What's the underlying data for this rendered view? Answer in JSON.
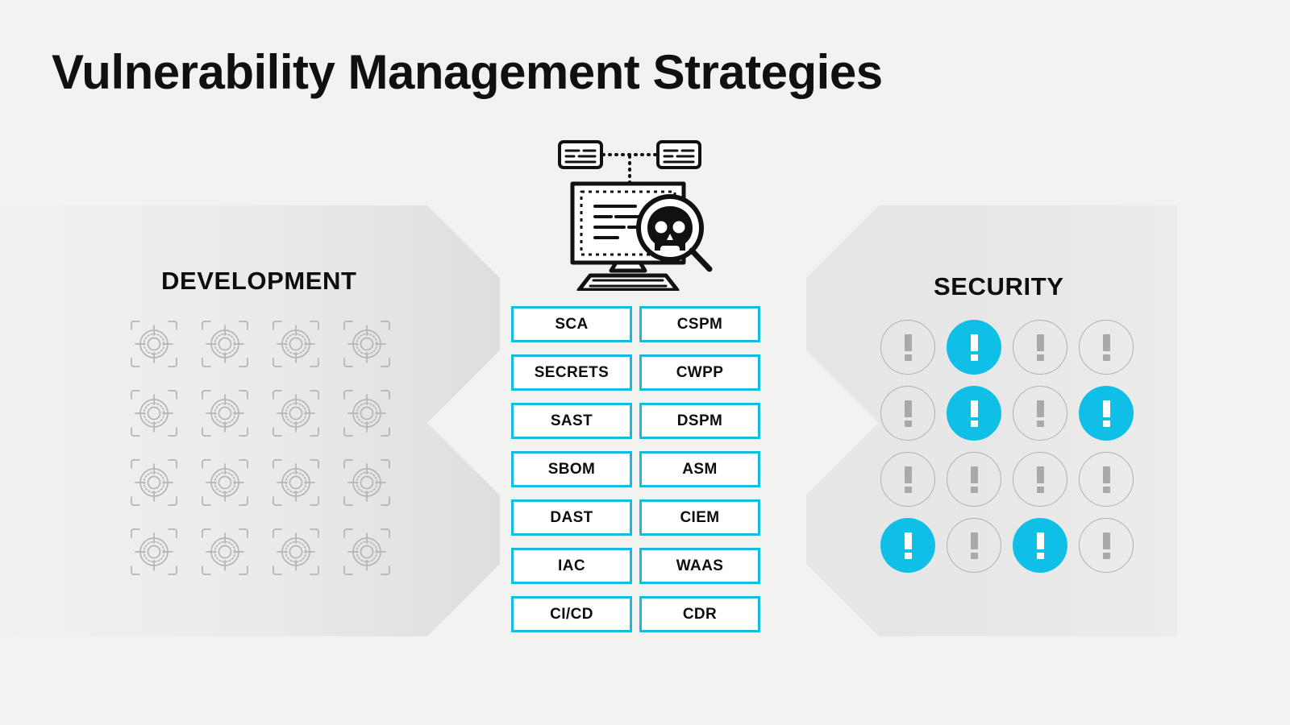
{
  "page": {
    "title": "Vulnerability Management Strategies",
    "background_color": "#f2f2f0"
  },
  "colors": {
    "accent_cyan": "#17bbdf",
    "alert_cyan": "#10bfe6",
    "panel_gray": "#e4e4e4",
    "muted_gray": "#a9a9a9",
    "text_black": "#0d0d0d"
  },
  "columns": {
    "development": {
      "heading": "DEVELOPMENT"
    },
    "security": {
      "heading": "SECURITY"
    }
  },
  "illustration": {
    "name": "monitor-malware-scan-illustration",
    "parts": [
      "document-card-left",
      "document-card-right",
      "dotted-connector",
      "monitor-screen",
      "code-lines",
      "magnifier-skull",
      "keyboard"
    ]
  },
  "dev_grid": {
    "icon_name": "crosshair-target-icon",
    "rows": 4,
    "cols": 4,
    "count": 16
  },
  "security_grid": {
    "icon_name": "alert-exclamation-icon",
    "rows": 4,
    "cols": 4,
    "count": 16,
    "highlighted_cells": [
      1,
      5,
      7,
      12,
      14
    ],
    "cells": [
      {
        "index": 0,
        "highlighted": false
      },
      {
        "index": 1,
        "highlighted": true
      },
      {
        "index": 2,
        "highlighted": false
      },
      {
        "index": 3,
        "highlighted": false
      },
      {
        "index": 4,
        "highlighted": false
      },
      {
        "index": 5,
        "highlighted": true
      },
      {
        "index": 6,
        "highlighted": false
      },
      {
        "index": 7,
        "highlighted": true
      },
      {
        "index": 8,
        "highlighted": false
      },
      {
        "index": 9,
        "highlighted": false
      },
      {
        "index": 10,
        "highlighted": false
      },
      {
        "index": 11,
        "highlighted": false
      },
      {
        "index": 12,
        "highlighted": true
      },
      {
        "index": 13,
        "highlighted": false
      },
      {
        "index": 14,
        "highlighted": true
      },
      {
        "index": 15,
        "highlighted": false
      }
    ]
  },
  "badges": {
    "left_column": [
      "SCA",
      "SECRETS",
      "SAST",
      "SBOM",
      "DAST",
      "IAC",
      "CI/CD"
    ],
    "right_column": [
      "CSPM",
      "CWPP",
      "DSPM",
      "ASM",
      "CIEM",
      "WAAS",
      "CDR"
    ]
  }
}
